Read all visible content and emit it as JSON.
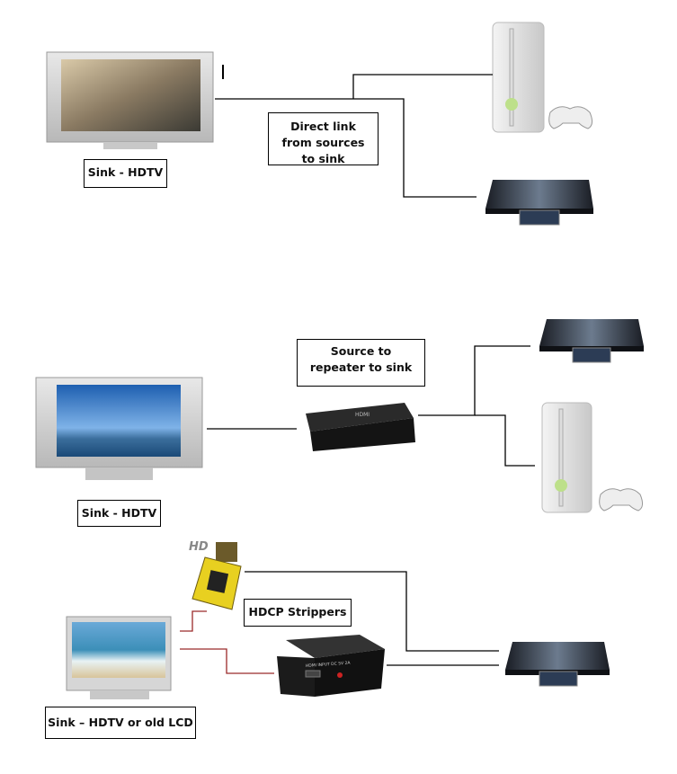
{
  "section_direct": {
    "sink_label": "Sink - HDTV",
    "caption": "Direct link from sources to sink",
    "sources": [
      "xbox-360-console",
      "blu-ray-player"
    ]
  },
  "section_repeater": {
    "sink_label": "Sink - HDTV",
    "caption": "Source to repeater to sink",
    "repeater_logo": "HDMI",
    "sources": [
      "blu-ray-player",
      "xbox-360-console"
    ]
  },
  "section_stripper": {
    "sink_label": "Sink – HDTV or old LCD",
    "caption": "HDCP Strippers",
    "dongle_logo": "HD fury",
    "stripper_box_text": "HDMI INPUT  DC 5V 2A",
    "sources": [
      "blu-ray-player"
    ]
  },
  "colors": {
    "line": "#000000",
    "red_line": "#9b2a2a",
    "dongle": "#e8d020"
  }
}
